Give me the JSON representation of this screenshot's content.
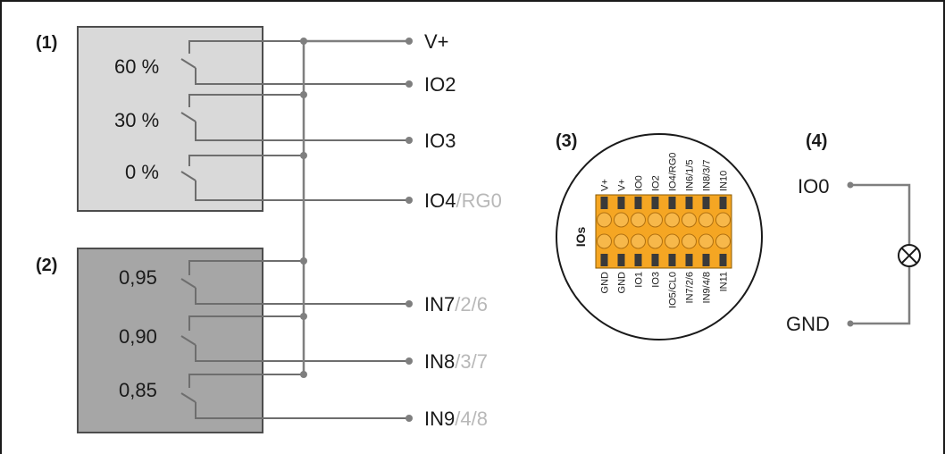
{
  "markers": {
    "m1": "(1)",
    "m2": "(2)",
    "m3": "(3)",
    "m4": "(4)"
  },
  "box1": {
    "fill": "#d9d9d9",
    "levels": [
      "60 %",
      "30 %",
      "0 %"
    ]
  },
  "box2": {
    "fill": "#a6a6a6",
    "levels": [
      "0,95",
      "0,90",
      "0,85"
    ]
  },
  "terminals": {
    "vplus": "V+",
    "io2": "IO2",
    "io3": "IO3",
    "io4_main": "IO4",
    "io4_alt": "/RG0",
    "in7_main": "IN7",
    "in7_alt": "/2/6",
    "in8_main": "IN8",
    "in8_alt": "/3/7",
    "in9_main": "IN9",
    "in9_alt": "/4/8"
  },
  "connector": {
    "label": "IOs",
    "color": "#f5a623",
    "top_pins": [
      "V+",
      "V+",
      "IO0",
      "IO2",
      "IO4/RG0",
      "IN6/1/5",
      "IN8/3/7",
      "IN10"
    ],
    "bottom_pins": [
      "GND",
      "GND",
      "IO1",
      "IO3",
      "IO5/CL0",
      "IN7/2/6",
      "IN9/4/8",
      "IN11"
    ]
  },
  "lamp_circuit": {
    "top_label": "IO0",
    "bottom_label": "GND",
    "symbol": "lamp-icon"
  }
}
